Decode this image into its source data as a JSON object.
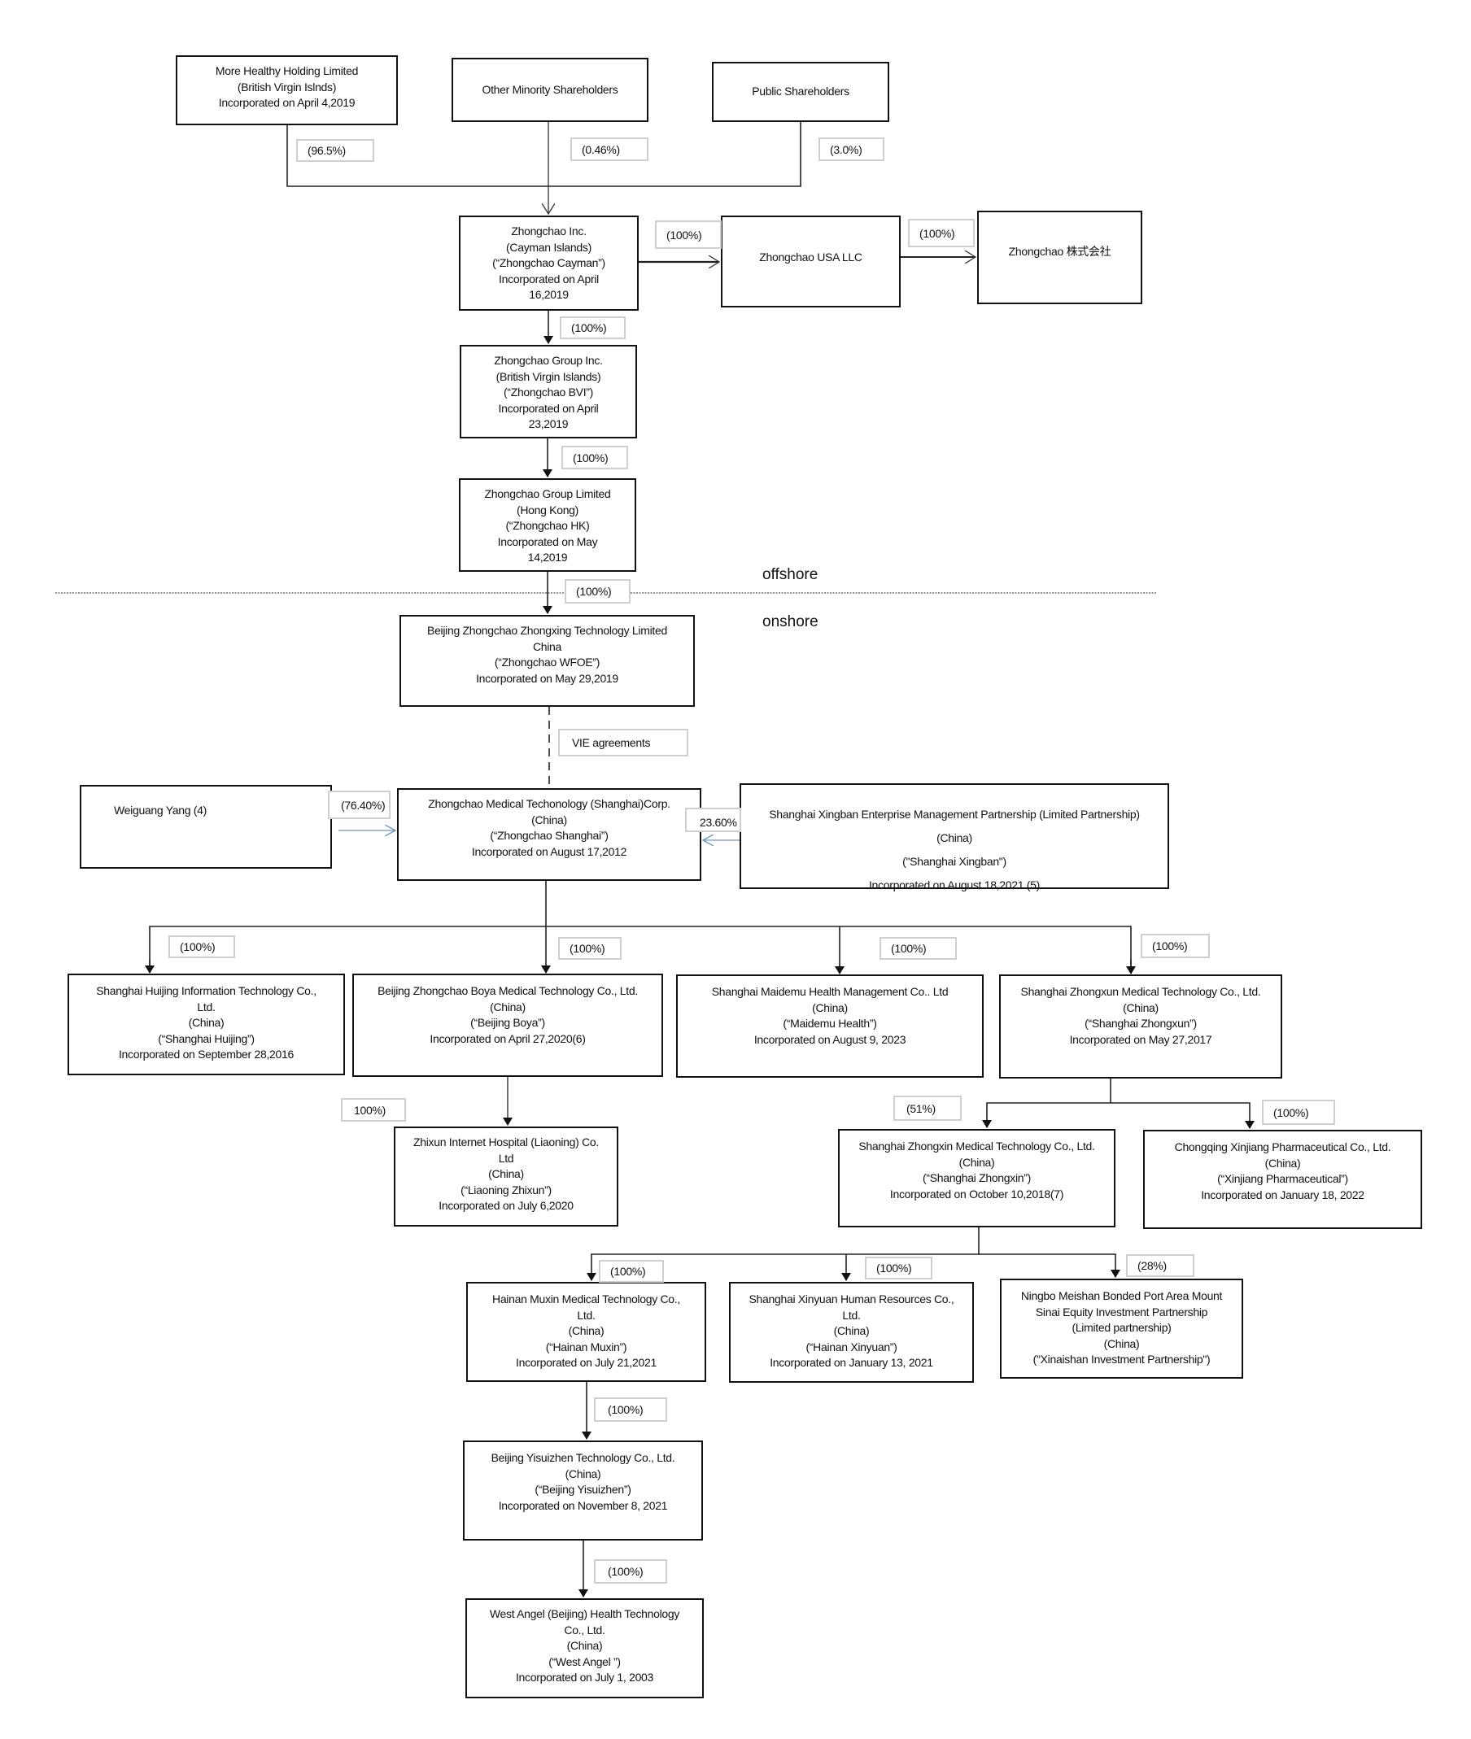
{
  "zones": {
    "offshore": "offshore",
    "onshore": "onshore"
  },
  "entities": {
    "more_healthy": [
      "More Healthy Holding Limited",
      "(British Virgin Islnds)",
      "Incorporated on April 4,2019"
    ],
    "other_minority": [
      "Other Minority Shareholders"
    ],
    "public": [
      "Public Shareholders"
    ],
    "cayman": [
      "Zhongchao Inc.",
      "(Cayman Islands)",
      "(“Zhongchao Cayman”)",
      "Incorporated on April",
      "16,2019"
    ],
    "usa": [
      "Zhongchao USA LLC"
    ],
    "kk": [
      "Zhongchao 株式会社"
    ],
    "bvi": [
      "Zhongchao Group Inc.",
      "(British Virgin Islands)",
      "(“Zhongchao BVI”)",
      "Incorporated on April",
      "23,2019"
    ],
    "hk": [
      "Zhongchao Group Limited",
      "(Hong Kong)",
      "(“Zhongchao HK)",
      "Incorporated on May",
      "14,2019"
    ],
    "wfoe": [
      "Beijing Zhongchao Zhongxing Technology Limited",
      "China",
      "(“Zhongchao WFOE”)",
      "Incorporated on May 29,2019"
    ],
    "weiguang": [
      "Weiguang Yang (4)"
    ],
    "shanghai": [
      "Zhongchao Medical Techonology (Shanghai)Corp.",
      "(China)",
      "(“Zhongchao Shanghai”)",
      "Incorporated on August 17,2012"
    ],
    "xingban": [
      "Shanghai Xingban Enterprise Management Partnership (Limited Partnership)",
      "(China)",
      "(\"Shanghai Xingban\")",
      "Incorporated on August 18,2021 (5)"
    ],
    "huijing": [
      "Shanghai Huijing Information Technology Co.,",
      "Ltd.",
      "(China)",
      "(“Shanghai Huijing”)",
      "Incorporated on September 28,2016"
    ],
    "boya": [
      "Beijing Zhongchao Boya Medical Technology Co., Ltd.",
      "(China)",
      "(“Beijing Boya”)",
      "Incorporated on April 27,2020(6)"
    ],
    "maidemu": [
      "Shanghai Maidemu Health Management Co.. Ltd",
      "(China)",
      "(“Maidemu Health”)",
      "Incorporated on August 9, 2023"
    ],
    "zhongxun": [
      "Shanghai Zhongxun Medical Technology Co., Ltd.",
      "(China)",
      "(“Shanghai Zhongxun”)",
      "Incorporated on May 27,2017"
    ],
    "liaoning": [
      "Zhixun Internet Hospital (Liaoning) Co.",
      "Ltd",
      "(China)",
      "(“Liaoning Zhixun”)",
      "Incorporated on July 6,2020"
    ],
    "zhongxin": [
      "Shanghai Zhongxin Medical Technology Co., Ltd.",
      "(China)",
      "(“Shanghai Zhongxin”)",
      "Incorporated on October 10,2018(7)"
    ],
    "xinjiang": [
      "Chongqing Xinjiang Pharmaceutical Co., Ltd.",
      "(China)",
      "(“Xinjiang Pharmaceutical”)",
      "Incorporated on January 18, 2022"
    ],
    "muxin": [
      "Hainan Muxin  Medical Technology Co.,",
      "Ltd.",
      "(China)",
      "(“Hainan Muxin”)",
      "Incorporated on July 21,2021"
    ],
    "xinyuan": [
      "Shanghai Xinyuan Human Resources Co.,",
      "Ltd.",
      "(China)",
      "(“Hainan Xinyuan”)",
      "Incorporated on January 13, 2021"
    ],
    "ningbo": [
      "Ningbo Meishan Bonded Port Area Mount",
      "Sinai Equity Investment Partnership",
      "(Limited partnership)",
      "(China)",
      "(\"Xinaishan Investment Partnership\")"
    ],
    "yisuizhen": [
      "Beijing Yisuizhen Technology Co., Ltd.",
      "(China)",
      "(“Beijing Yisuizhen”)",
      "Incorporated on November 8, 2021"
    ],
    "west_angel": [
      "West Angel (Beijing) Health Technology",
      "Co., Ltd.",
      "(China)",
      "(“West Angel ”)",
      "Incorporated on July 1, 2003"
    ]
  },
  "ownership": {
    "more_healthy_to_cayman": "(96.5%)",
    "other_minority_to_cayman": "(0.46%)",
    "public_to_cayman": "(3.0%)",
    "cayman_to_usa": "(100%)",
    "usa_to_kk": "(100%)",
    "cayman_to_bvi": "(100%)",
    "bvi_to_hk": "(100%)",
    "hk_to_wfoe": "(100%)",
    "wfoe_to_shanghai": "VIE agreements",
    "weiguang_to_shanghai": "(76.40%)",
    "xingban_to_shanghai": "23.60%",
    "shanghai_to_huijing": "(100%)",
    "shanghai_to_boya": "(100%)",
    "shanghai_to_maidemu": "(100%)",
    "shanghai_to_zhongxun": "(100%)",
    "boya_to_liaoning": "100%)",
    "zhongxun_to_zhongxin": "(51%)",
    "zhongxun_to_xinjiang": "(100%)",
    "zhongxin_to_muxin": "(100%)",
    "zhongxin_to_xinyuan": "(100%)",
    "zhongxin_to_ningbo": "(28%)",
    "muxin_to_yisuizhen": "(100%)",
    "yisuizhen_to_west_angel": "(100%)"
  },
  "colors": {
    "box_border": "#111111",
    "label_border": "#cfcfcf",
    "minority_arrow": "#6f93b8"
  }
}
